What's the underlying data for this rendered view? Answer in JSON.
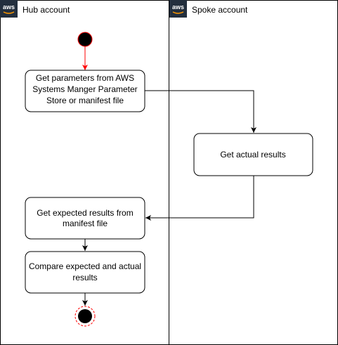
{
  "lanes": [
    {
      "title": "Hub account",
      "logo_text": "aws"
    },
    {
      "title": "Spoke account",
      "logo_text": "aws"
    }
  ],
  "nodes": {
    "get_parameters": {
      "lines": [
        "Get parameters from AWS",
        "Systems Manger Parameter",
        "Store or manifest file"
      ]
    },
    "get_actual": {
      "lines": [
        "Get actual results"
      ]
    },
    "get_expected": {
      "lines": [
        "Get expected results from",
        "manifest file"
      ]
    },
    "compare": {
      "lines": [
        "Compare expected and actual",
        "results"
      ]
    }
  },
  "colors": {
    "start_arrow": "#ff0000",
    "end_ring": "#ff0000",
    "node_fill": "#000000",
    "logo_bg": "#232f3e",
    "stroke": "#000000"
  }
}
